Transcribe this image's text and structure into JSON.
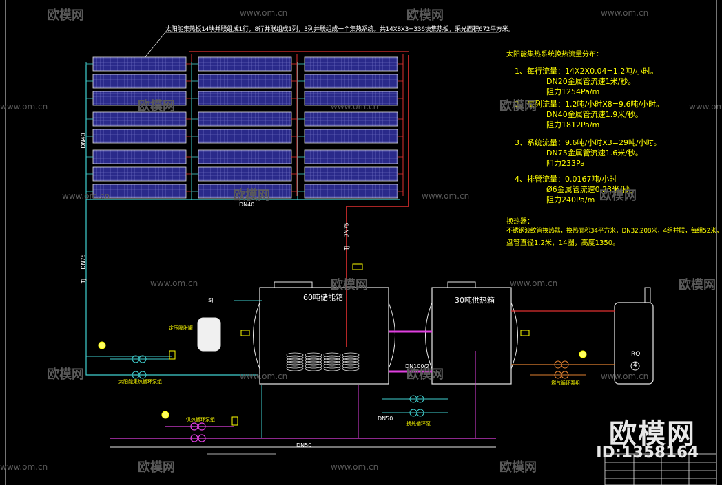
{
  "top_title": "太阳能集热板14块并联组成1行，8行并联组成1列，3列并联组成一个集热系统。共14X8X3=336块集热板，采光面积672平方米。",
  "flow_heading": "太阳能集热系统换热流量分布：",
  "flow_items": [
    {
      "line1": "1、每行流量：14X2X0.04=1.2吨/小时。",
      "line2": "DN20金属管流速1米/秒。",
      "line3": "阻力1254Pa/m"
    },
    {
      "line1": "2、每列流量：1.2吨/小时X8=9.6吨/小时。",
      "line2": "DN40金属管流速1.9米/秒。",
      "line3": "阻力1812Pa/m"
    },
    {
      "line1": "3、系统流量：9.6吨/小时X3=29吨/小时。",
      "line2": "DN75金属管流速1.6米/秒。",
      "line3": "阻力233Pa"
    },
    {
      "line1": "4、排管流量：0.0167吨/小时",
      "line2": "Ø6金属管流速0.23米/秒。",
      "line3": "阻力240Pa/m"
    }
  ],
  "heat_exchanger": {
    "heading": "换热器：",
    "line1": "不锈钢波纹管换热器，换热面积34平方米，DN32,208米，4组并联，每组52米，",
    "line2": "盘管直径1.2米，14圈，高度1350。"
  },
  "tanks": {
    "left_label": "60吨储能箱",
    "right_label": "30吨供热箱"
  },
  "pipe_labels": {
    "dn40_vertical": "DN40",
    "dn40_bottom": "DN40",
    "dn75_left": "DN75",
    "dn75_right": "DN75",
    "tj_left": "TJ",
    "tj_right": "TJ",
    "dn100": "DN100/2",
    "dn50": "DN50",
    "dn50_bottom": "DN50",
    "sj": "SJ"
  },
  "equipment_labels": {
    "expansion": "定压膨胀罐",
    "solar_pump": "太阳能集热循环泵组",
    "heating_pump": "供热循环泵组",
    "exchange_pump": "换热循环泵",
    "gas_pump": "燃气循环泵组",
    "boiler": "RQ",
    "boiler_num": "4"
  },
  "watermarks": {
    "cn": "欧模网",
    "url": "www.om.cn"
  },
  "logo": {
    "cn": "欧模网",
    "id": "ID:1358164"
  },
  "colors": {
    "background": "#000000",
    "panel_fill": "#2a2a8a",
    "panel_grid": "#7a7acc",
    "red_pipe": "#e03030",
    "cyan_pipe": "#40d0d0",
    "magenta_pipe": "#e040e0",
    "text_yellow": "#ffff00",
    "line_white": "#e8e8e8"
  }
}
